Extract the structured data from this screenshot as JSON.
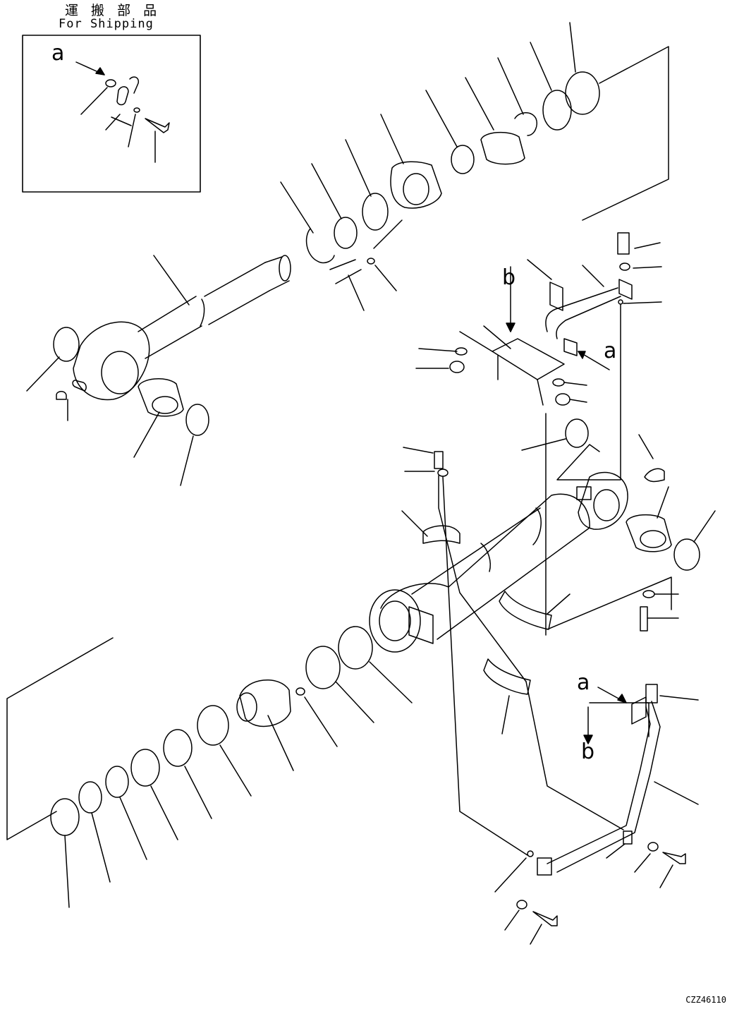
{
  "header": {
    "shipping_jp": "運 搬 部 品",
    "shipping_en": "For Shipping"
  },
  "callouts": {
    "a_inset": "a",
    "b_top": "b",
    "a_right": "a",
    "a_lower": "a",
    "b_lower": "b"
  },
  "figure_code": "CZZ46110",
  "colors": {
    "ink": "#000000",
    "paper": "#ffffff"
  }
}
